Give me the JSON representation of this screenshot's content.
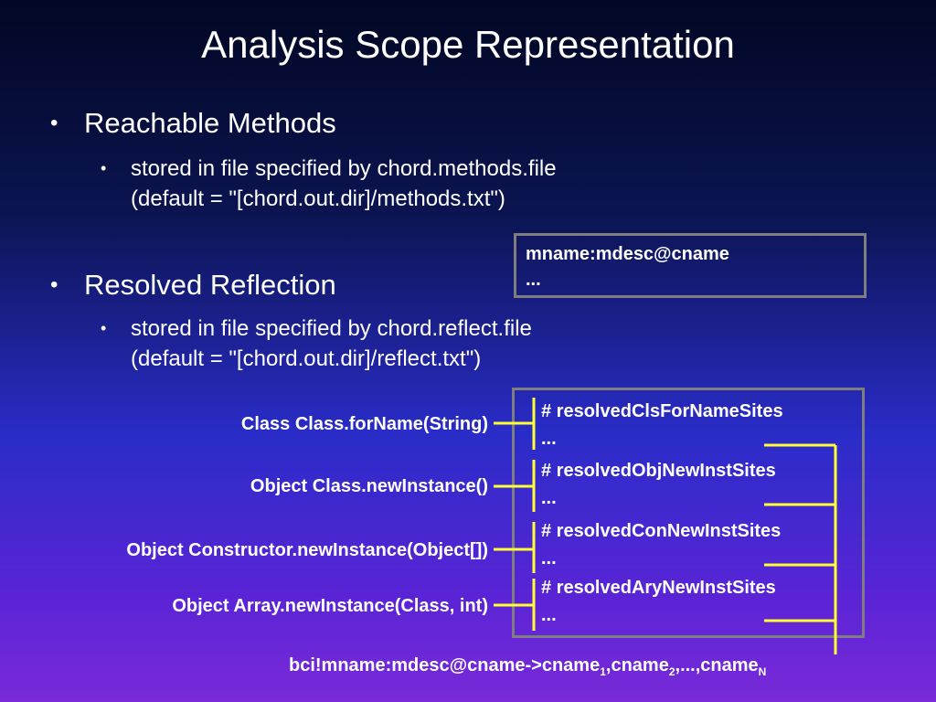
{
  "slide": {
    "title": "Analysis Scope Representation",
    "bullets": [
      {
        "label": "Reachable Methods",
        "sub": [
          "stored in file specified by chord.methods.file",
          "(default = \"[chord.out.dir]/methods.txt\")"
        ]
      },
      {
        "label": "Resolved Reflection",
        "sub": [
          "stored in file specified by chord.reflect.file",
          "(default = \"[chord.out.dir]/reflect.txt\")"
        ]
      }
    ],
    "methods_box": {
      "line1": "mname:mdesc@cname",
      "line2": "..."
    },
    "reflect_box": {
      "sections": [
        {
          "header": "# resolvedClsForNameSites",
          "dots": "..."
        },
        {
          "header": "# resolvedObjNewInstSites",
          "dots": "..."
        },
        {
          "header": "# resolvedConNewInstSites",
          "dots": "..."
        },
        {
          "header": "# resolvedAryNewInstSites",
          "dots": "..."
        }
      ]
    },
    "signatures": [
      "Class Class.forName(String)",
      "Object Class.newInstance()",
      "Object Constructor.newInstance(Object[])",
      "Object Array.newInstance(Class, int)"
    ],
    "format_line": {
      "prefix": "bci!mname:mdesc@cname->cname",
      "s1": "1",
      "sep1": ",cname",
      "s2": "2",
      "sep2": ",...,cname",
      "sN": "N"
    },
    "bullet_glyph": "•",
    "colors": {
      "connector": "#ffff33",
      "box_border": "#7e7e7e"
    }
  }
}
